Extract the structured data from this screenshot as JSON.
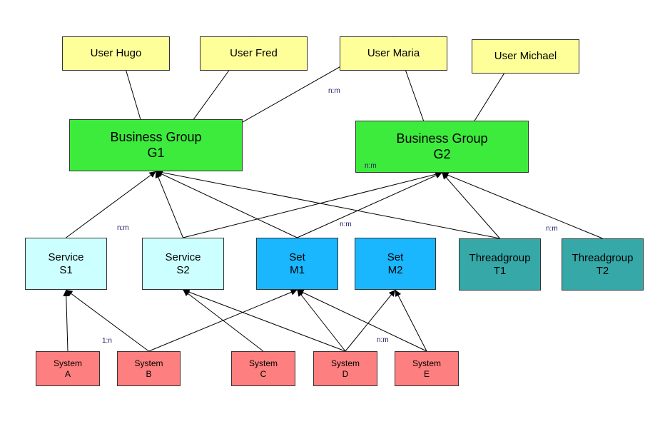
{
  "colors": {
    "user": "#ffff99",
    "group": "#3deb3d",
    "service": "#ccffff",
    "set": "#1ab6fe",
    "threadgroup": "#36a8a8",
    "system": "#fe7f7f"
  },
  "nodes": {
    "hugo": {
      "line1": "User Hugo"
    },
    "fred": {
      "line1": "User Fred"
    },
    "maria": {
      "line1": "User Maria"
    },
    "michael": {
      "line1": "User Michael"
    },
    "g1": {
      "line1": "Business Group",
      "line2": "G1"
    },
    "g2": {
      "line1": "Business Group",
      "line2": "G2",
      "note": "n:m"
    },
    "s1": {
      "line1": "Service",
      "line2": "S1"
    },
    "s2": {
      "line1": "Service",
      "line2": "S2"
    },
    "m1": {
      "line1": "Set",
      "line2": "M1"
    },
    "m2": {
      "line1": "Set",
      "line2": "M2"
    },
    "t1": {
      "line1": "Threadgroup",
      "line2": "T1"
    },
    "t2": {
      "line1": "Threadgroup",
      "line2": "T2"
    },
    "sa": {
      "line1": "System",
      "line2": "A"
    },
    "sb": {
      "line1": "System",
      "line2": "B"
    },
    "sc": {
      "line1": "System",
      "line2": "C"
    },
    "sd": {
      "line1": "System",
      "line2": "D"
    },
    "se": {
      "line1": "System",
      "line2": "E"
    }
  },
  "labels": {
    "users_groups": "n:m",
    "services_groups": "n:m",
    "sets_groups": "n:m",
    "threadgroups_groups": "n:m",
    "systems_services": "1:n",
    "systems_sets": "n:m"
  },
  "edges": [
    {
      "from": "hugo",
      "to": "g1"
    },
    {
      "from": "fred",
      "to": "g1"
    },
    {
      "from": "maria",
      "to": "g1"
    },
    {
      "from": "maria",
      "to": "g2"
    },
    {
      "from": "michael",
      "to": "g2"
    },
    {
      "from": "s1",
      "to": "g1"
    },
    {
      "from": "s2",
      "to": "g1"
    },
    {
      "from": "m1",
      "to": "g1"
    },
    {
      "from": "t1",
      "to": "g1"
    },
    {
      "from": "s2",
      "to": "g2"
    },
    {
      "from": "m1",
      "to": "g2"
    },
    {
      "from": "t1",
      "to": "g2"
    },
    {
      "from": "t2",
      "to": "g2"
    },
    {
      "from": "sa",
      "to": "s1"
    },
    {
      "from": "sb",
      "to": "s1"
    },
    {
      "from": "sb",
      "to": "m1"
    },
    {
      "from": "sc",
      "to": "s2"
    },
    {
      "from": "sd",
      "to": "s2"
    },
    {
      "from": "sd",
      "to": "m1"
    },
    {
      "from": "sd",
      "to": "m2"
    },
    {
      "from": "se",
      "to": "m1"
    },
    {
      "from": "se",
      "to": "m2"
    }
  ]
}
